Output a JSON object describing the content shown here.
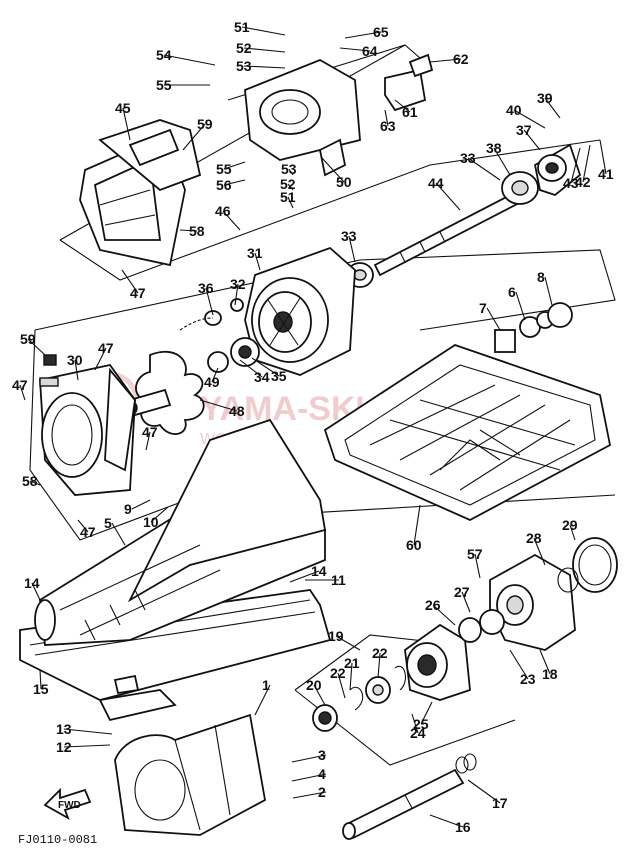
{
  "figure_code": "FJ0110-0081",
  "direction_arrow": "FWD",
  "watermark": {
    "line1": "YAMA-SKUTER",
    "line2": "WOJTECH"
  },
  "colors": {
    "ink": "#111111",
    "paper": "#ffffff",
    "watermark": "#e6a4a4"
  },
  "callouts": [
    "1",
    "2",
    "3",
    "4",
    "5",
    "6",
    "7",
    "8",
    "9",
    "10",
    "11",
    "12",
    "13",
    "14",
    "14",
    "15",
    "16",
    "17",
    "18",
    "19",
    "20",
    "21",
    "22",
    "22",
    "23",
    "24",
    "25",
    "26",
    "27",
    "28",
    "29",
    "30",
    "31",
    "32",
    "33",
    "33",
    "34",
    "35",
    "36",
    "37",
    "38",
    "39",
    "40",
    "41",
    "42",
    "43",
    "44",
    "45",
    "46",
    "47",
    "47",
    "47",
    "47",
    "47",
    "48",
    "49",
    "50",
    "51",
    "51",
    "52",
    "52",
    "53",
    "53",
    "54",
    "55",
    "55",
    "56",
    "57",
    "58",
    "58",
    "59",
    "59",
    "60",
    "61",
    "62",
    "63",
    "64",
    "65"
  ]
}
